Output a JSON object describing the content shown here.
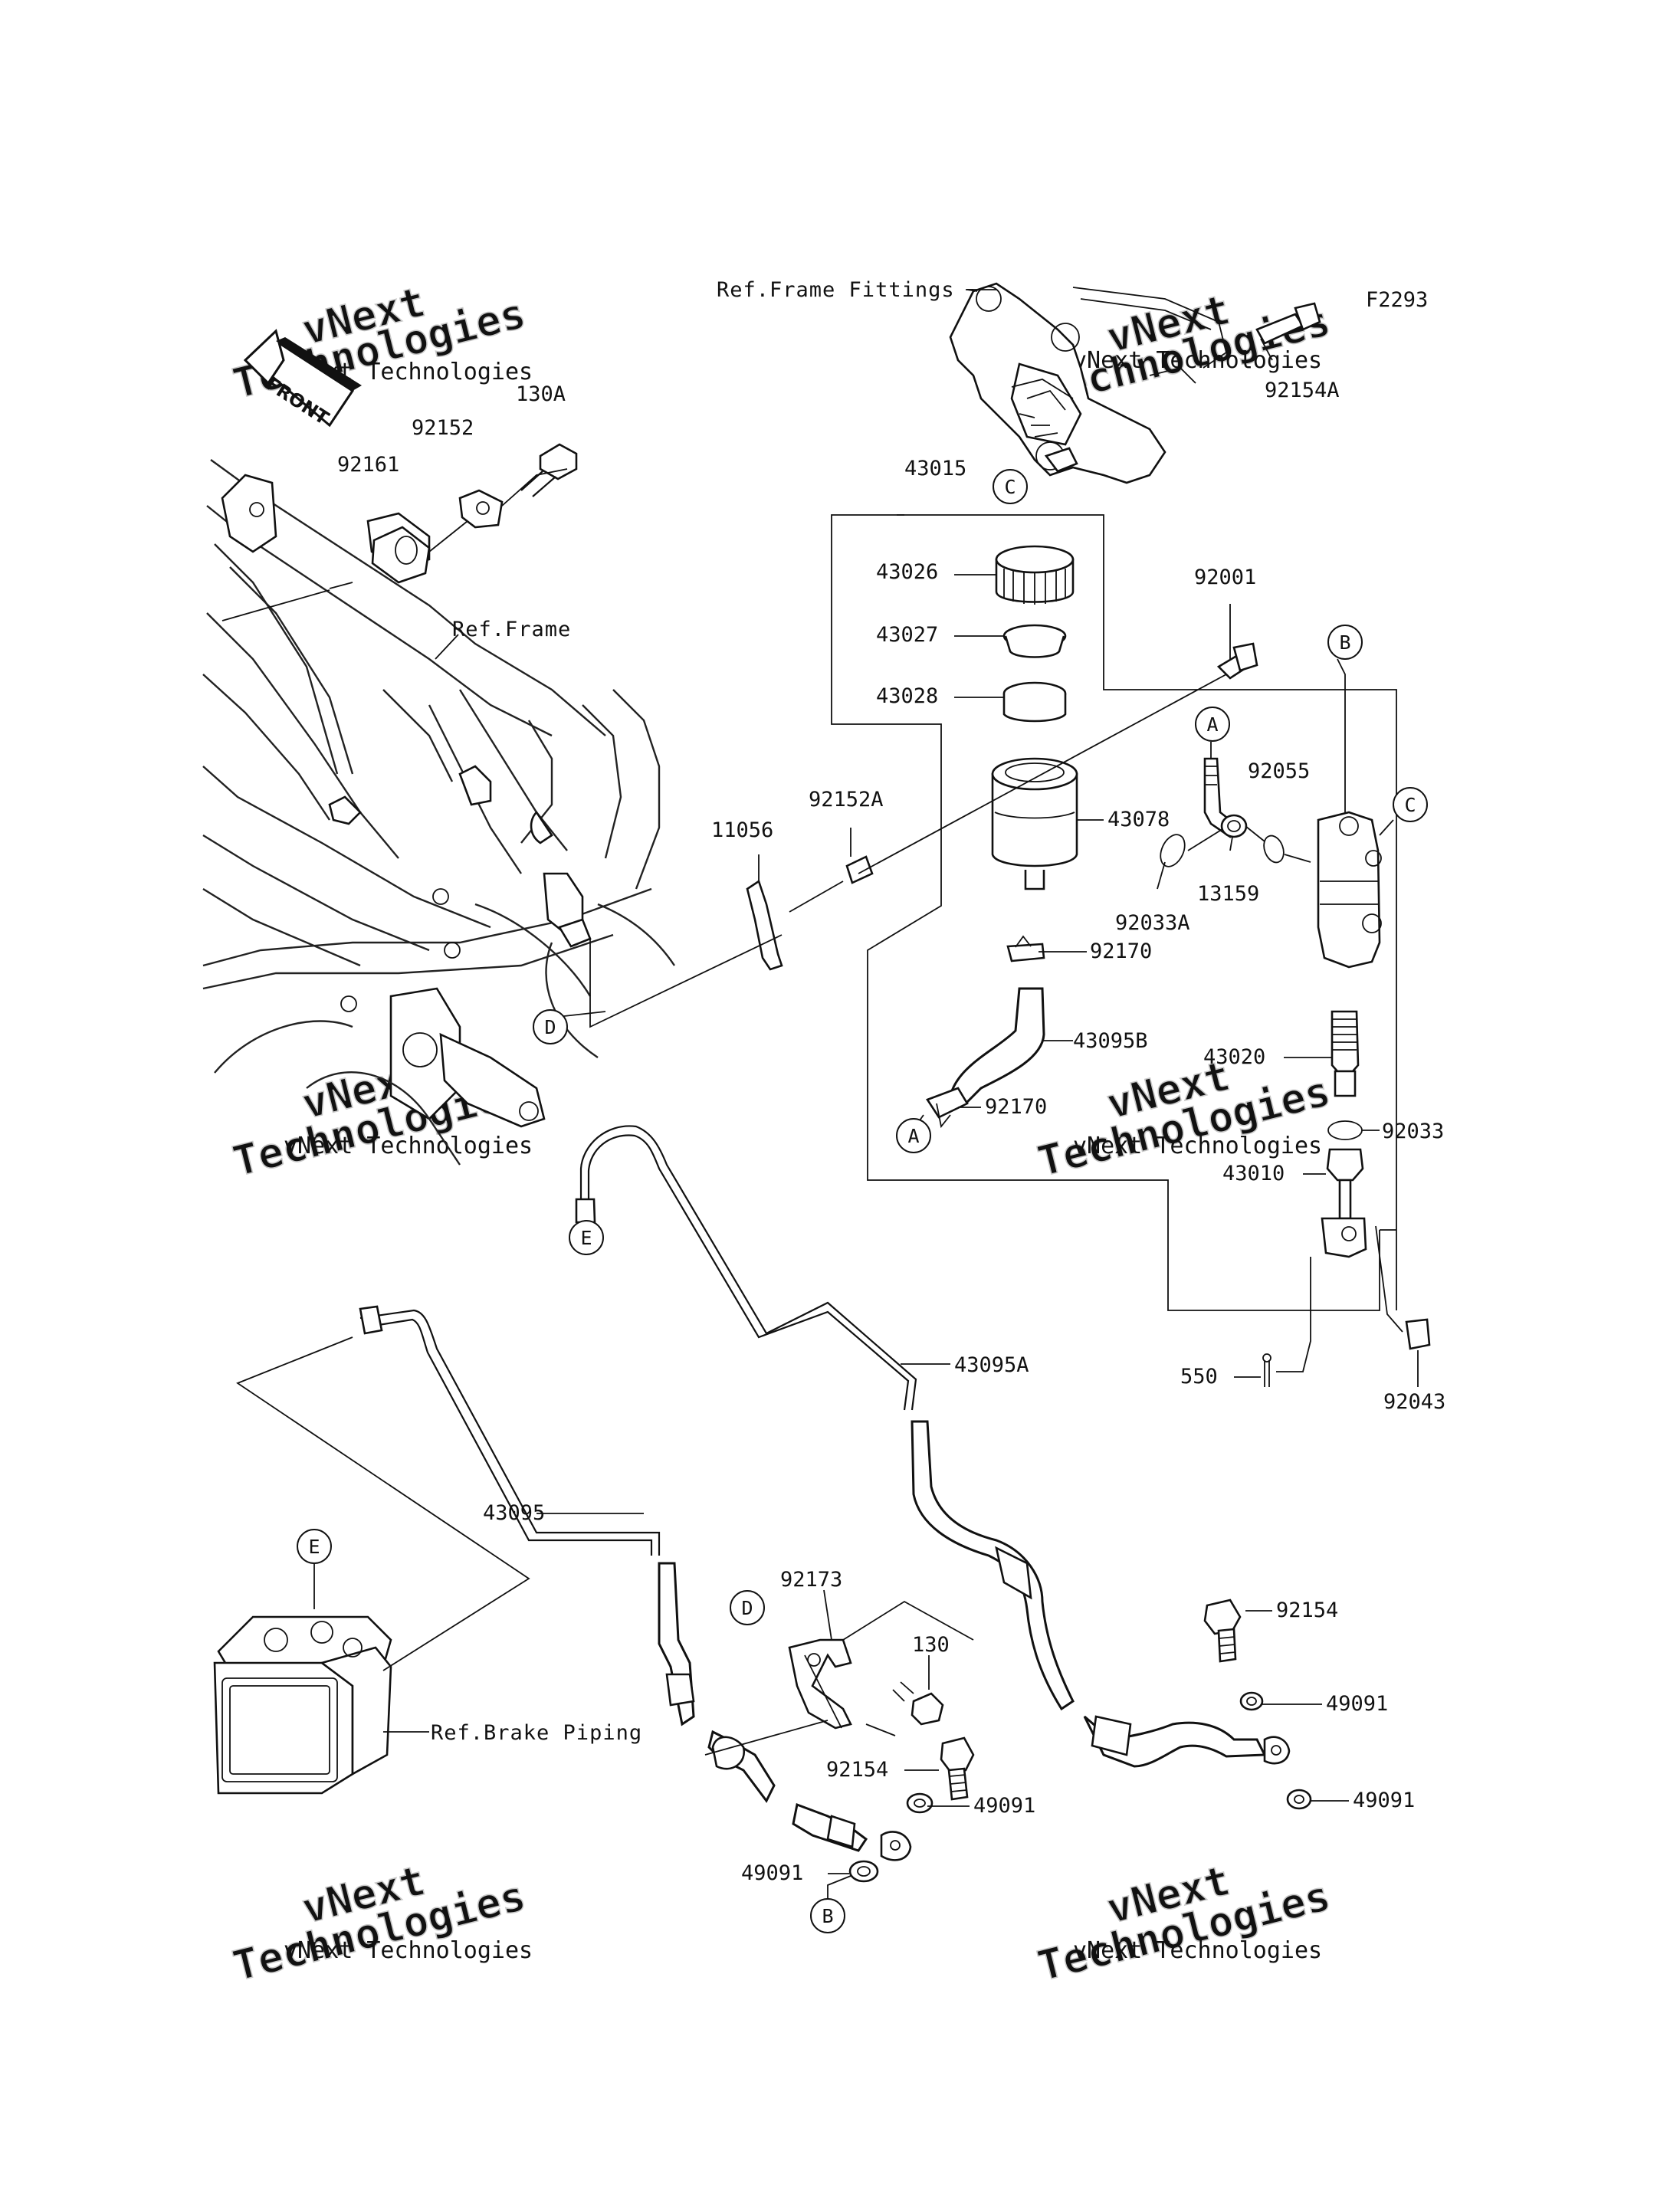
{
  "diagram_code": "F2293",
  "front_label": "FRONT",
  "references": {
    "frame_fittings": "Ref.Frame Fittings",
    "frame": "Ref.Frame",
    "brake_piping": "Ref.Brake Piping"
  },
  "watermark": {
    "line1": "vNext",
    "line2": "Technologies",
    "small": "vNext Technologies"
  },
  "callouts": {
    "A": "A",
    "B": "B",
    "C": "C",
    "D": "D",
    "E": "E"
  },
  "parts": {
    "p130A": "130A",
    "p92152": "92152",
    "p92161": "92161",
    "p92154A": "92154A",
    "p43015": "43015",
    "p43026": "43026",
    "p43027": "43027",
    "p43028": "43028",
    "p92001": "92001",
    "p92152A": "92152A",
    "p11056": "11056",
    "p43078": "43078",
    "p92055": "92055",
    "p13159": "13159",
    "p92033A": "92033A",
    "p92170a": "92170",
    "p43095B": "43095B",
    "p92170b": "92170",
    "p43020": "43020",
    "p92033": "92033",
    "p43010": "43010",
    "p550": "550",
    "p92043": "92043",
    "p43095A": "43095A",
    "p43095": "43095",
    "p92173": "92173",
    "p130": "130",
    "p92154a": "92154",
    "p49091a": "49091",
    "p49091b": "49091",
    "p92154b": "92154",
    "p49091c": "49091",
    "p49091d": "49091"
  }
}
